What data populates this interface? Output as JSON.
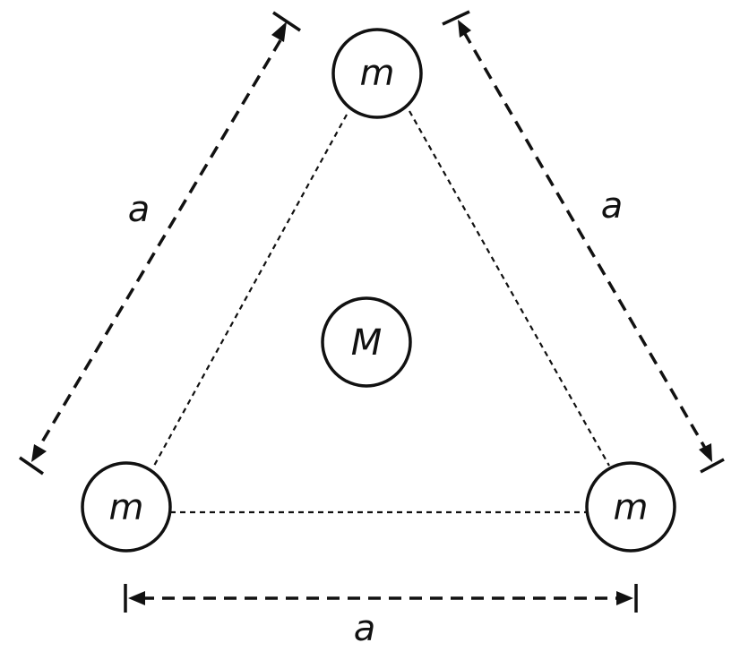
{
  "masses": {
    "top": "m",
    "bottom_left": "m",
    "bottom_right": "m",
    "center": "M"
  },
  "dimensions": {
    "left_side": "a",
    "right_side": "a",
    "bottom_side": "a"
  }
}
